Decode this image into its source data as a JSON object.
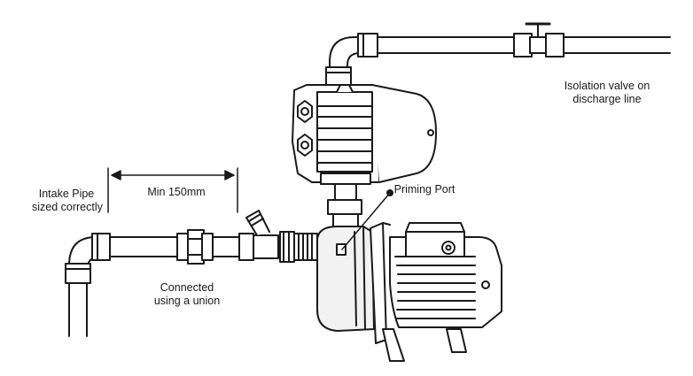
{
  "labels": {
    "intake_pipe": [
      "Intake Pipe",
      "sized correctly"
    ],
    "min_distance": "Min 150mm",
    "union": [
      "Connected",
      "using a union"
    ],
    "priming_port": "Priming Port",
    "isolation_valve": [
      "Isolation valve on",
      "discharge line"
    ]
  },
  "colors": {
    "line": "#1a1a1a",
    "fill": "#ffffff",
    "pump_body": "#f2f2f2"
  }
}
